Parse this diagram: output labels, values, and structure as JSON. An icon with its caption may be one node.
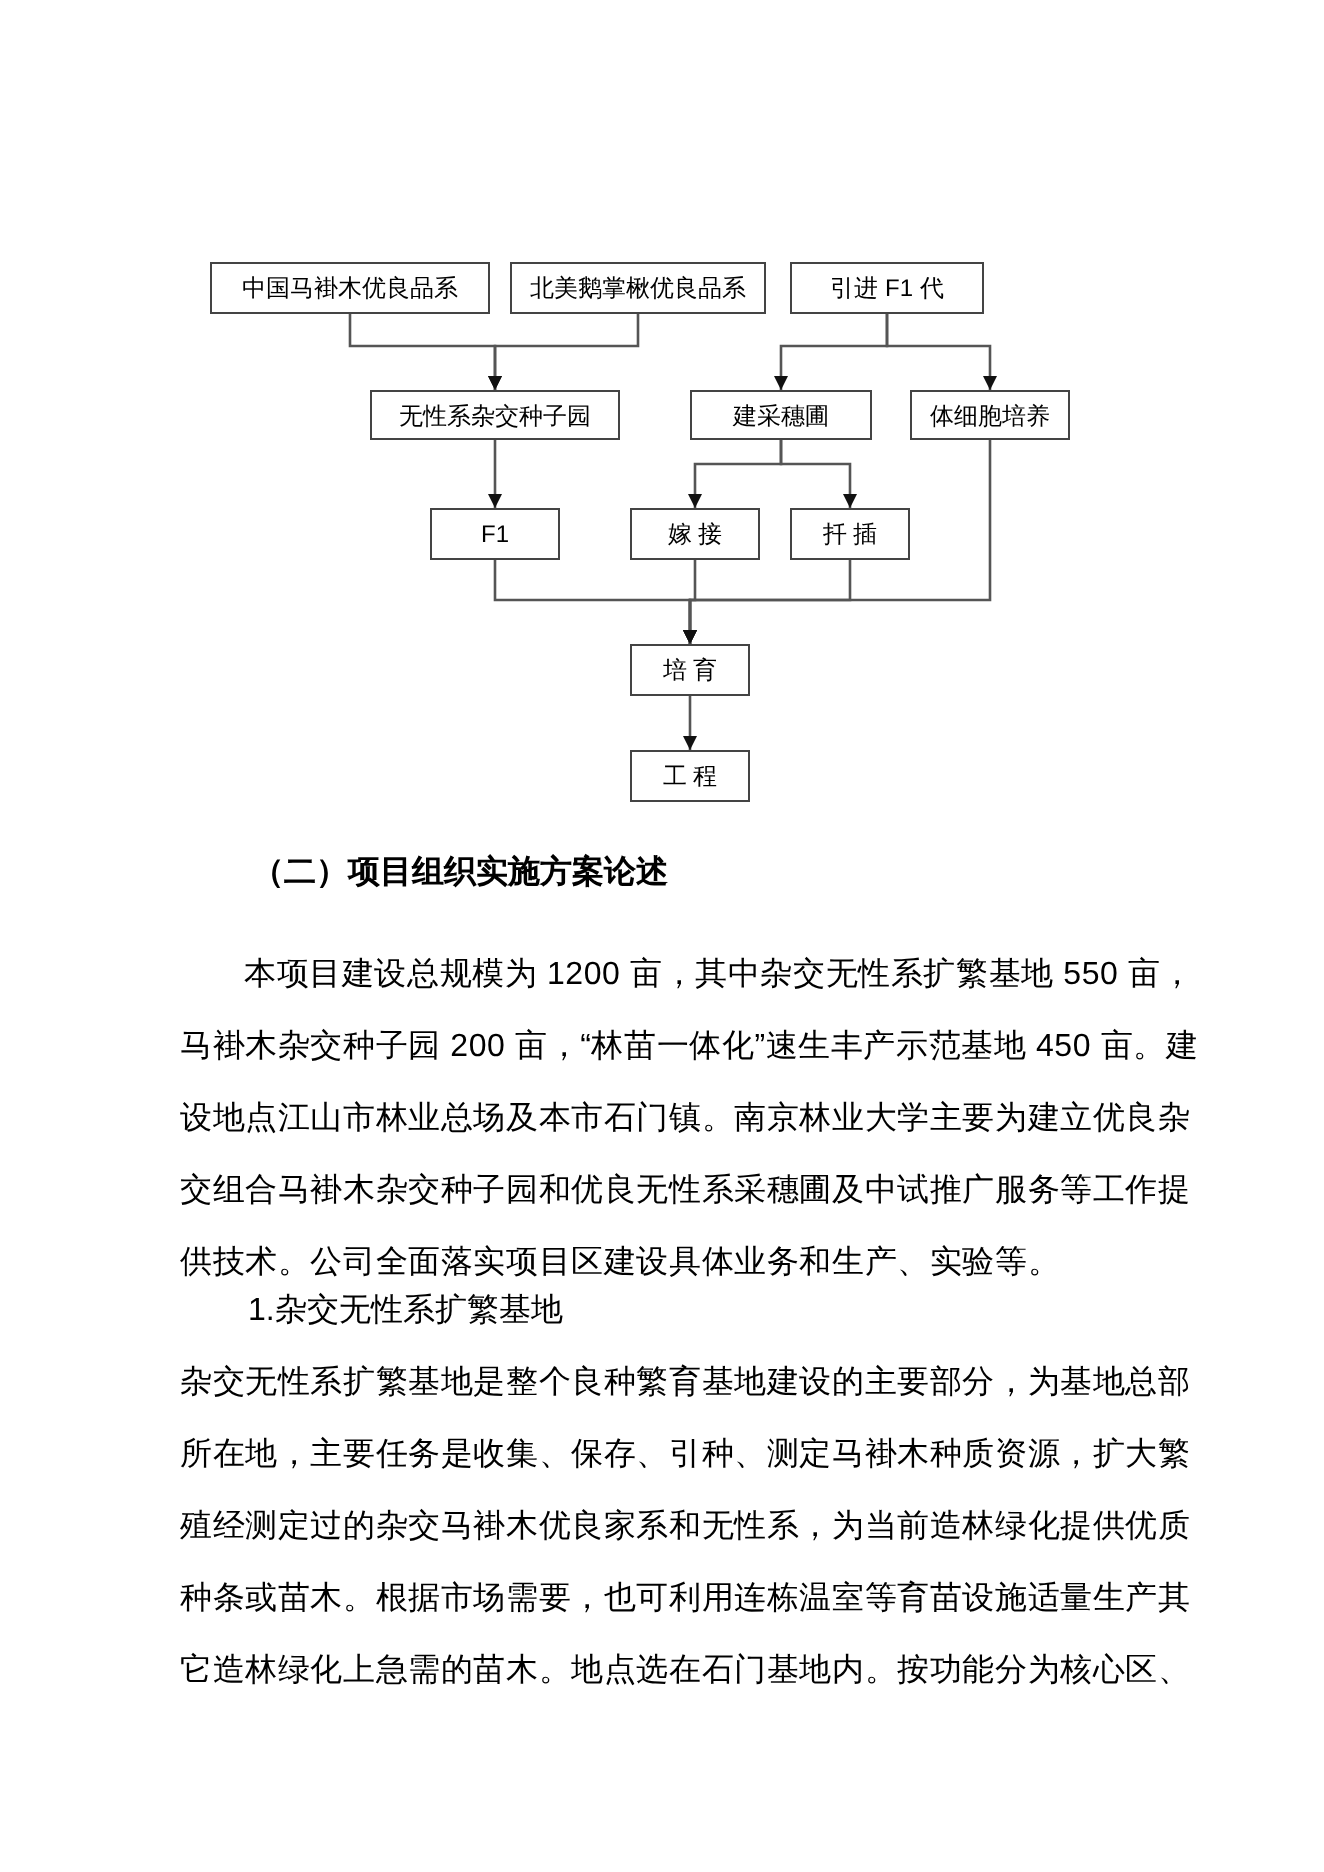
{
  "diagram": {
    "nodes": [
      {
        "text": [
          "中国马褂木优良品系"
        ]
      },
      {
        "text": [
          "北美鹅掌楸优良品系"
        ]
      },
      {
        "text": [
          "引进 F1 代"
        ]
      },
      {
        "text": [
          "无性系杂交种子园"
        ]
      },
      {
        "text": [
          "建采穗圃"
        ]
      },
      {
        "text": [
          "体细胞培养"
        ]
      },
      {
        "text": [
          "F1"
        ]
      },
      {
        "text": [
          "嫁 接"
        ]
      },
      {
        "text": [
          "扦 插"
        ]
      },
      {
        "text": [
          "培 育"
        ]
      },
      {
        "text": [
          "工 程"
        ]
      }
    ],
    "edges": [
      {
        "from": 0,
        "to": 3,
        "arrow": "to"
      },
      {
        "from": 1,
        "to": 3,
        "arrow": "to"
      },
      {
        "from": 2,
        "to": 4,
        "arrow": "to"
      },
      {
        "from": 2,
        "to": 5,
        "arrow": "to"
      },
      {
        "from": 3,
        "to": 6,
        "arrow": "to"
      },
      {
        "from": 4,
        "to": 7,
        "arrow": "to"
      },
      {
        "from": 4,
        "to": 8,
        "arrow": "to"
      },
      {
        "from": 6,
        "to": 9,
        "arrow": "to"
      },
      {
        "from": 7,
        "to": 9,
        "arrow": "to"
      },
      {
        "from": 8,
        "to": 9,
        "arrow": "to"
      },
      {
        "from": 5,
        "to": 9,
        "arrow": "to"
      },
      {
        "from": 9,
        "to": 10,
        "arrow": "to"
      }
    ],
    "labels": [
      "（二）项目组织实施方案论述",
      "本项目建设总规模为 1200 亩，其中杂交无性系扩繁基地 550 亩，马褂木杂交种子园 200 亩，“林苗一体化”速生丰产示范基地 450 亩。建设地点江山市林业总场及本市石门镇。南京林业大学主要为建立优良杂交组合马褂木杂交种子园和优良无性系采穗圃及中试推广服务等工作提供技术。公司全面落实项目区建设具体业务和生产、实验等。",
      "1.杂交无性系扩繁基地",
      "杂交无性系扩繁基地是整个良种繁育基地建设的主要部分，为基地总部所在地，主要任务是收集、保存、引种、测定马褂木种质资源，扩大繁殖经测定过的杂交马褂木优良家系和无性系，为当前造林绿化提供优质种条或苗木。根据市场需要，也可利用连栋温室等育苗设施适量生产其它造林绿化上急需的苗木。地点选在石门基地内。按功能分为核心区、"
    ]
  }
}
